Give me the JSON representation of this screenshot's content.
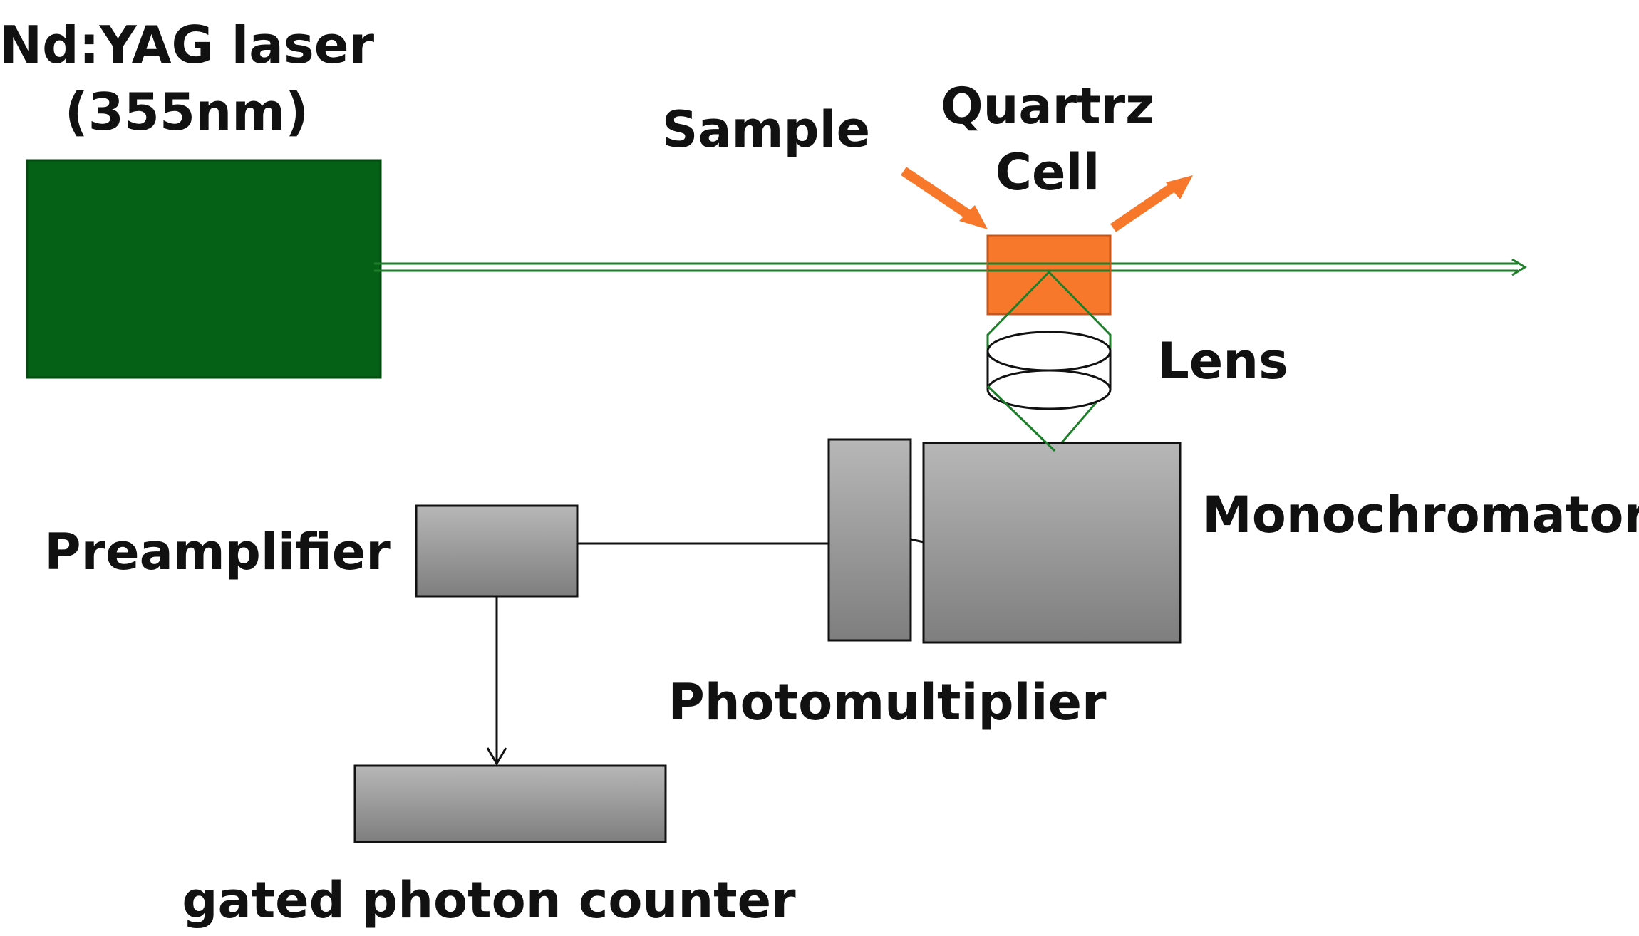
{
  "labels": {
    "laser_line1": "Nd:YAG laser",
    "laser_line2": "(355nm)",
    "sample": "Sample",
    "cell_line1": "Quartrz",
    "cell_line2": "Cell",
    "lens": "Lens",
    "monochromator": "Monochromator",
    "preamplifier": "Preamplifier",
    "photomultiplier": "Photomultiplier",
    "counter": "gated photon counter"
  },
  "colors": {
    "laser": "#056115",
    "beam": "#1e7f2a",
    "cell": "#f7782a",
    "sample_arrow": "#f7782a",
    "gray_light": "#b7b7b7",
    "gray_dark": "#7e7e7e"
  }
}
